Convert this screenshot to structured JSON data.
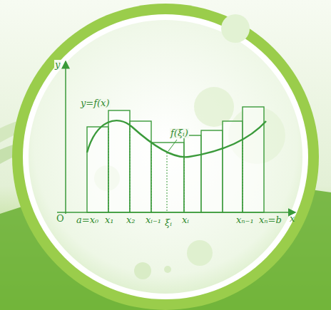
{
  "diagram": {
    "labels": [
      "y",
      "y=f(x)",
      "f(ξᵢ)",
      "O",
      "a=x₀",
      "x₁",
      "x₂",
      "xᵢ₋₁",
      "ξᵢ",
      "xᵢ",
      "xₙ₋₁",
      "xₙ=b",
      "x"
    ]
  }
}
